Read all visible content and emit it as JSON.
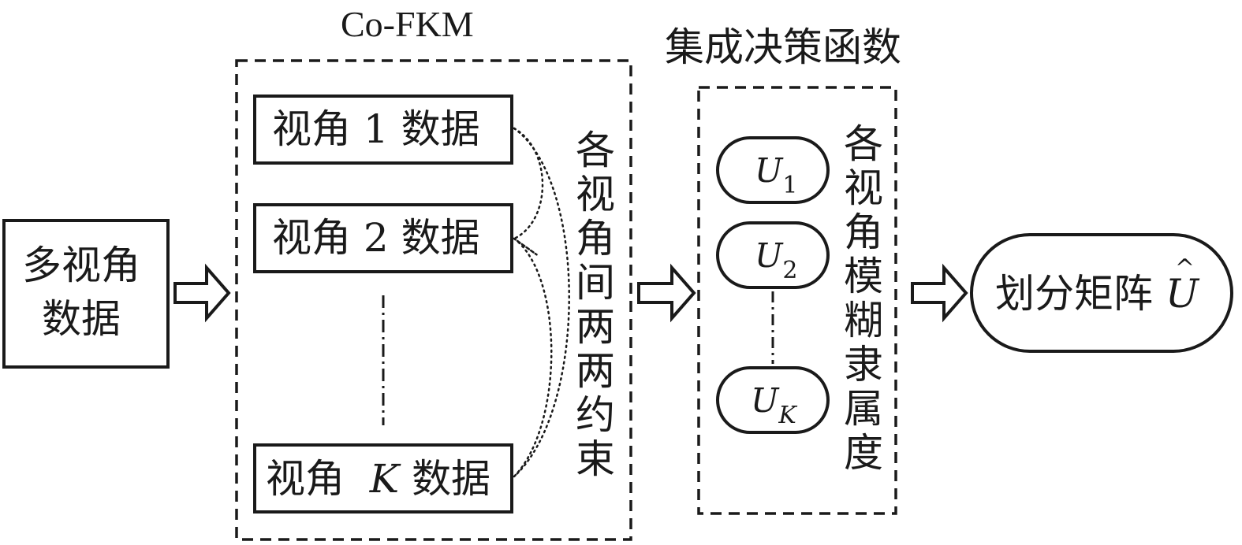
{
  "input_box": {
    "line1": "多视角",
    "line2": "数据"
  },
  "cofkm": {
    "title": "Co-FKM",
    "views": [
      {
        "prefix": "视角",
        "index": "1",
        "suffix": "数据"
      },
      {
        "prefix": "视角",
        "index": "2",
        "suffix": "数据"
      },
      {
        "prefix": "视角",
        "index": "K",
        "suffix": "数据"
      }
    ],
    "constraint_label": "各视角间两两约束"
  },
  "ensemble": {
    "title": "集成决策函数",
    "memberships": [
      {
        "symbol": "U",
        "sub": "1"
      },
      {
        "symbol": "U",
        "sub": "2"
      },
      {
        "symbol": "U",
        "sub": "K"
      }
    ],
    "side_label": "各视角模糊隶属度"
  },
  "output": {
    "text": "划分矩阵",
    "symbol": "U",
    "accent": "^"
  }
}
